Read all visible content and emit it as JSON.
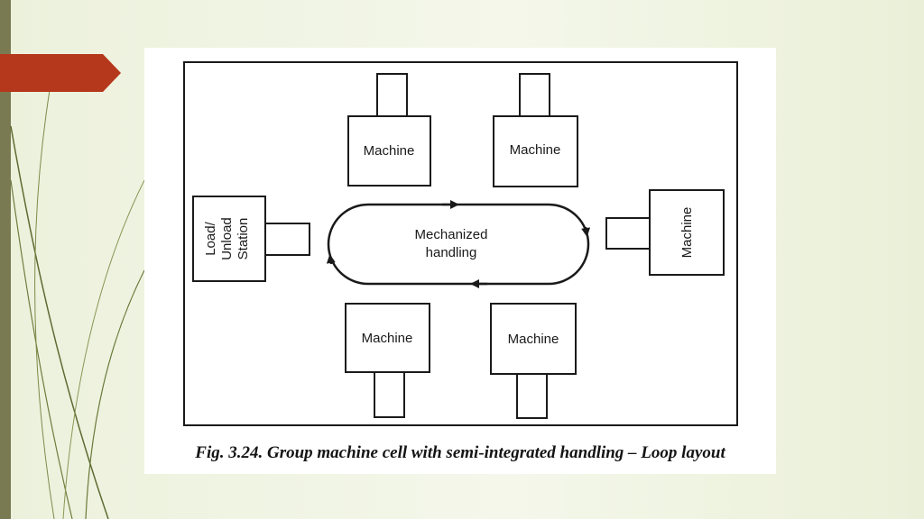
{
  "slide": {
    "caption": "Fig. 3.24. Group machine cell with semi-integrated handling – Loop layout"
  },
  "diagram": {
    "machine_label": "Machine",
    "handling_line1": "Mechanized",
    "handling_line2": "handling",
    "station_line1": "Load/",
    "station_line2": "Unload",
    "station_line3": "Station"
  },
  "colors": {
    "accent_arrow": "#b5381c",
    "left_bar": "#7a7a52",
    "swoosh": "#5e6a32"
  }
}
